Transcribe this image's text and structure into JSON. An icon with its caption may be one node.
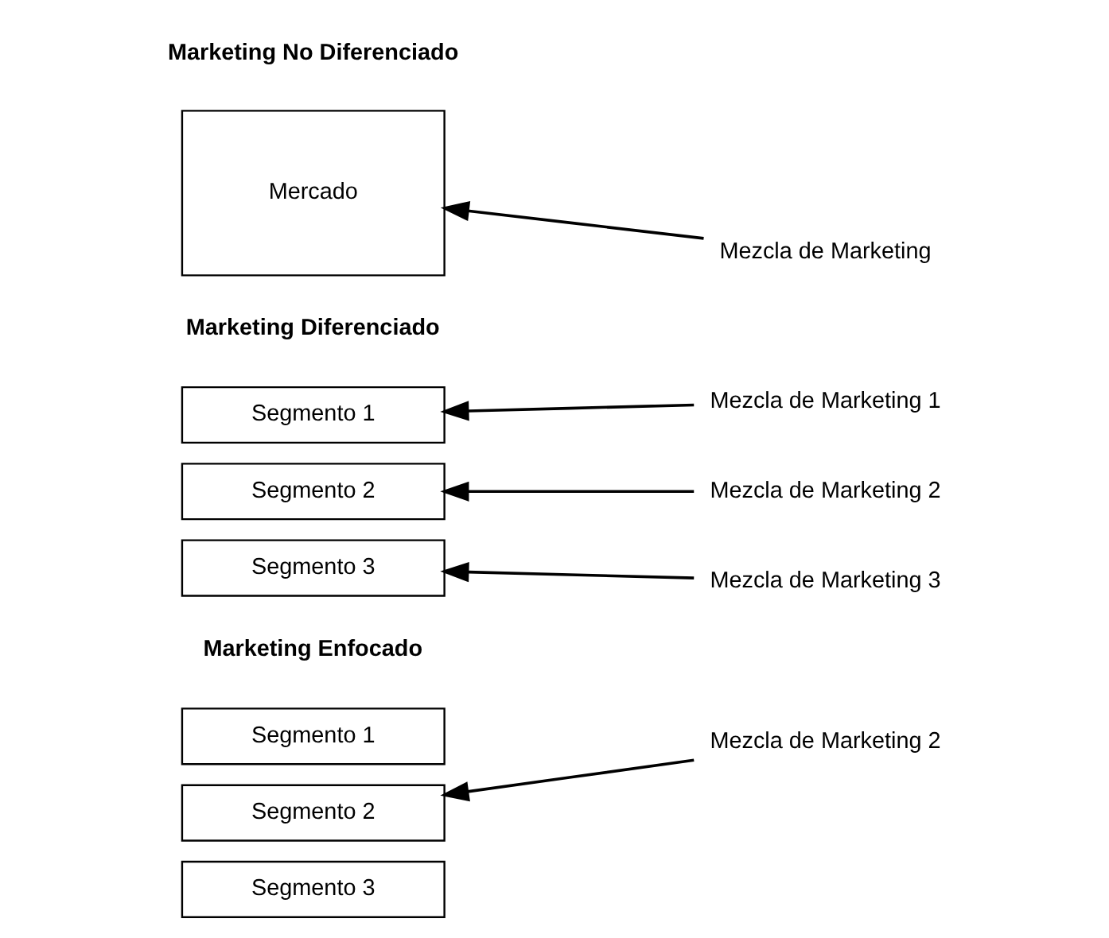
{
  "diagram": {
    "nodes": [
      {
        "text": [
          "Mercado"
        ]
      },
      {
        "text": [
          "Mezcla de Marketing"
        ]
      },
      {
        "text": [
          "Segmento 1"
        ]
      },
      {
        "text": [
          "Segmento 2"
        ]
      },
      {
        "text": [
          "Segmento 3"
        ]
      },
      {
        "text": [
          "Mezcla de Marketing 1"
        ]
      },
      {
        "text": [
          "Mezcla de Marketing 2"
        ]
      },
      {
        "text": [
          "Mezcla de Marketing 3"
        ]
      },
      {
        "text": [
          "Segmento 1"
        ]
      },
      {
        "text": [
          "Segmento 2"
        ]
      },
      {
        "text": [
          "Segmento 3"
        ]
      },
      {
        "text": [
          "Mezcla de Marketing 2"
        ]
      }
    ],
    "edges": [
      {
        "from": 1,
        "to": 0,
        "arrow": "to"
      },
      {
        "from": 5,
        "to": 2,
        "arrow": "to"
      },
      {
        "from": 6,
        "to": 3,
        "arrow": "to"
      },
      {
        "from": 7,
        "to": 4,
        "arrow": "to"
      },
      {
        "from": 11,
        "to": 9,
        "arrow": "to"
      }
    ],
    "labels": [
      "Marketing No Diferenciado",
      "Marketing Diferenciado",
      "Marketing Enfocado"
    ]
  }
}
